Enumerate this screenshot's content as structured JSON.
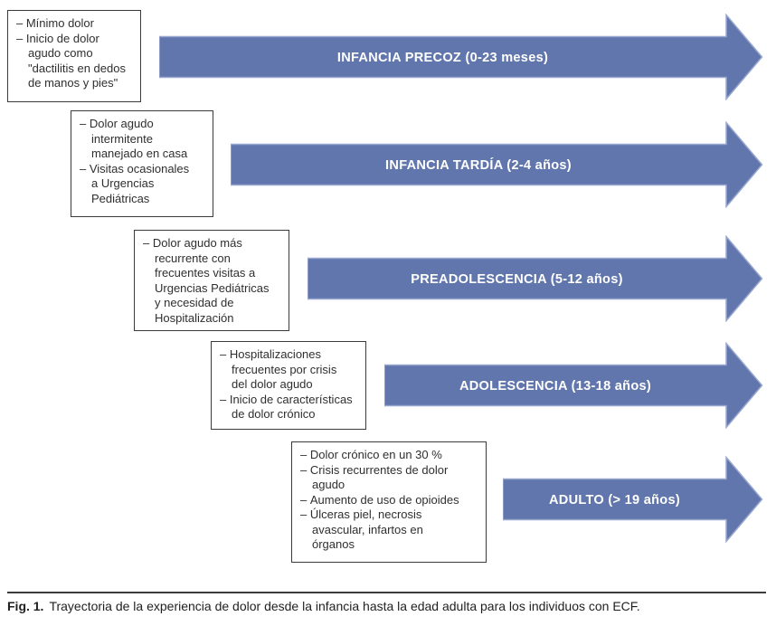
{
  "figure": {
    "caption": {
      "label": "Fig. 1.",
      "text": "Trayectoria de la experiencia de dolor desde la infancia hasta la edad adulta para los individuos con ECF."
    },
    "colors": {
      "arrow_fill": "#6176ac",
      "arrow_outline": "#9aa8cf",
      "box_border": "#3a3a3a",
      "body_text": "#2f2f2f",
      "label_text": "#ffffff",
      "rule_color": "#3c3c3c"
    },
    "stages": [
      {
        "label": "INFANCIA PRECOZ (0-23 meses)",
        "notes": [
          "Mínimo dolor",
          "Inicio de dolor\nagudo como\n\"dactilitis en dedos\nde manos y pies\""
        ]
      },
      {
        "label": "INFANCIA TARDÍA (2-4 años)",
        "notes": [
          "Dolor agudo\nintermitente\nmanejado en casa",
          "Visitas ocasionales\na Urgencias\nPediátricas"
        ]
      },
      {
        "label": "PREADOLESCENCIA (5-12 años)",
        "notes": [
          "Dolor agudo más\nrecurrente con\nfrecuentes visitas a\nUrgencias Pediátricas\ny necesidad de\nHospitalización"
        ]
      },
      {
        "label": "ADOLESCENCIA (13-18 años)",
        "notes": [
          "Hospitalizaciones\nfrecuentes por crisis\ndel dolor agudo",
          "Inicio de características\nde dolor crónico"
        ]
      },
      {
        "label": "ADULTO (> 19 años)",
        "notes": [
          "Dolor crónico en un 30 %",
          "Crisis recurrentes de dolor\nagudo",
          "Aumento de uso de opioides",
          "Úlceras piel, necrosis\navascular, infartos en\nórganos"
        ]
      }
    ]
  }
}
